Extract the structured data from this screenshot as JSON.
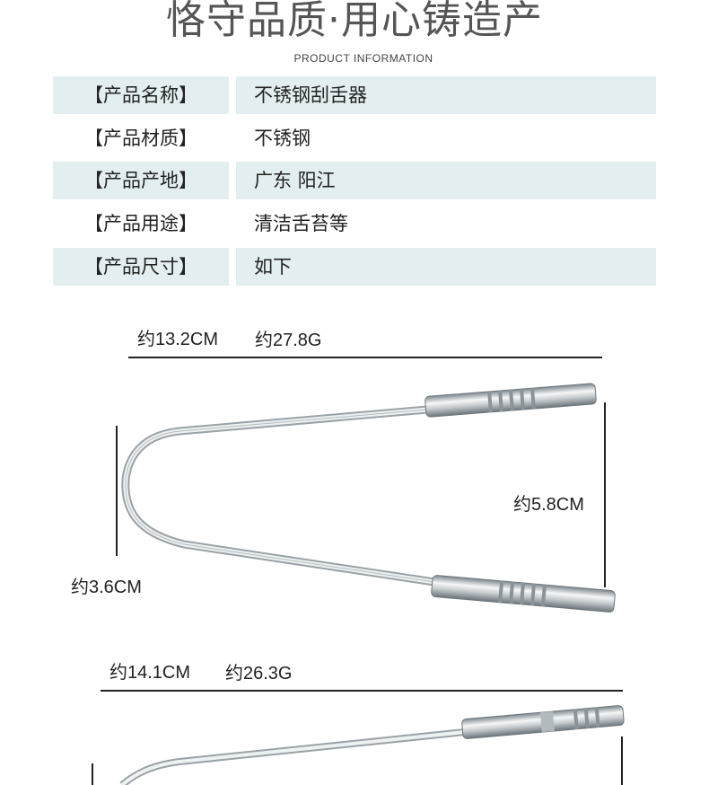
{
  "header": {
    "title": "恪守品质·用心铸造产",
    "subtitle": "PRODUCT INFORMATION"
  },
  "specs": [
    {
      "label": "【产品名称】",
      "value": "不锈钢刮舌器"
    },
    {
      "label": "【产品材质】",
      "value": "不锈钢"
    },
    {
      "label": "【产品产地】",
      "value": "广东  阳江"
    },
    {
      "label": "【产品用途】",
      "value": "清洁舌苔等"
    },
    {
      "label": "【产品尺寸】",
      "value": "如下"
    }
  ],
  "product1": {
    "length": "约13.2CM",
    "weight": "约27.8G",
    "height": "约5.8CM",
    "width": "约3.6CM"
  },
  "product2": {
    "length": "约14.1CM",
    "weight": "约26.3G"
  },
  "colors": {
    "row_shade": "#e3eef1",
    "steel_dark": "#8d959b",
    "steel_light": "#f4f6f7"
  }
}
